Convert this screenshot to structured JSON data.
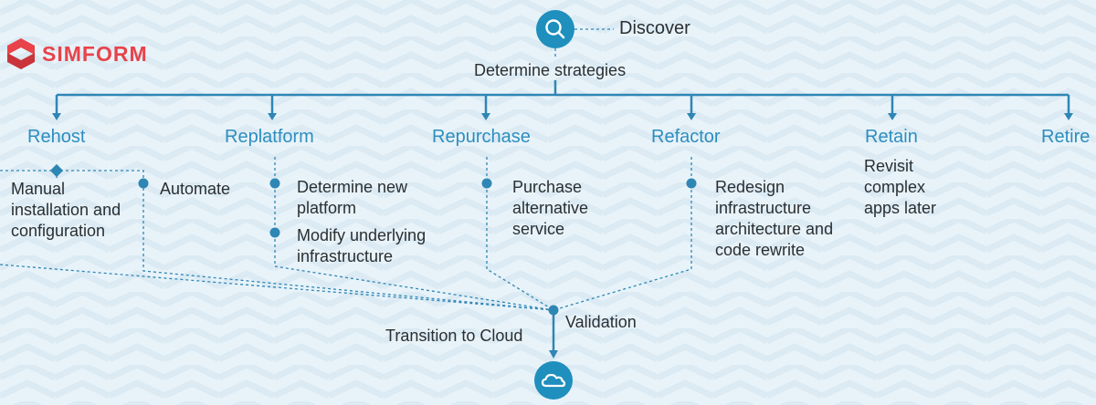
{
  "brand": {
    "name": "SIMFORM"
  },
  "colors": {
    "accent": "#2c8ebf",
    "line": "#2e86b5",
    "text": "#2a2f33",
    "brand": "#e8434a",
    "background": "#e8f3f9"
  },
  "icons": {
    "discover": "search-icon",
    "cloud": "cloud-icon",
    "logo": "simform-logo-icon"
  },
  "top": {
    "discover_label": "Discover",
    "determine_label": "Determine strategies"
  },
  "strategies": [
    {
      "name": "Rehost",
      "items": [
        "Manual installation and configuration",
        "Automate"
      ]
    },
    {
      "name": "Replatform",
      "items": [
        "Determine new platform",
        "Modify underlying infrastructure"
      ]
    },
    {
      "name": "Repurchase",
      "items": [
        "Purchase alternative service"
      ]
    },
    {
      "name": "Refactor",
      "items": [
        "Redesign infrastructure architecture and code rewrite"
      ]
    },
    {
      "name": "Retain",
      "items": [
        "Revisit complex apps later"
      ]
    },
    {
      "name": "Retire",
      "items": []
    }
  ],
  "bottom": {
    "validation_label": "Validation",
    "transition_label": "Transition to Cloud"
  }
}
